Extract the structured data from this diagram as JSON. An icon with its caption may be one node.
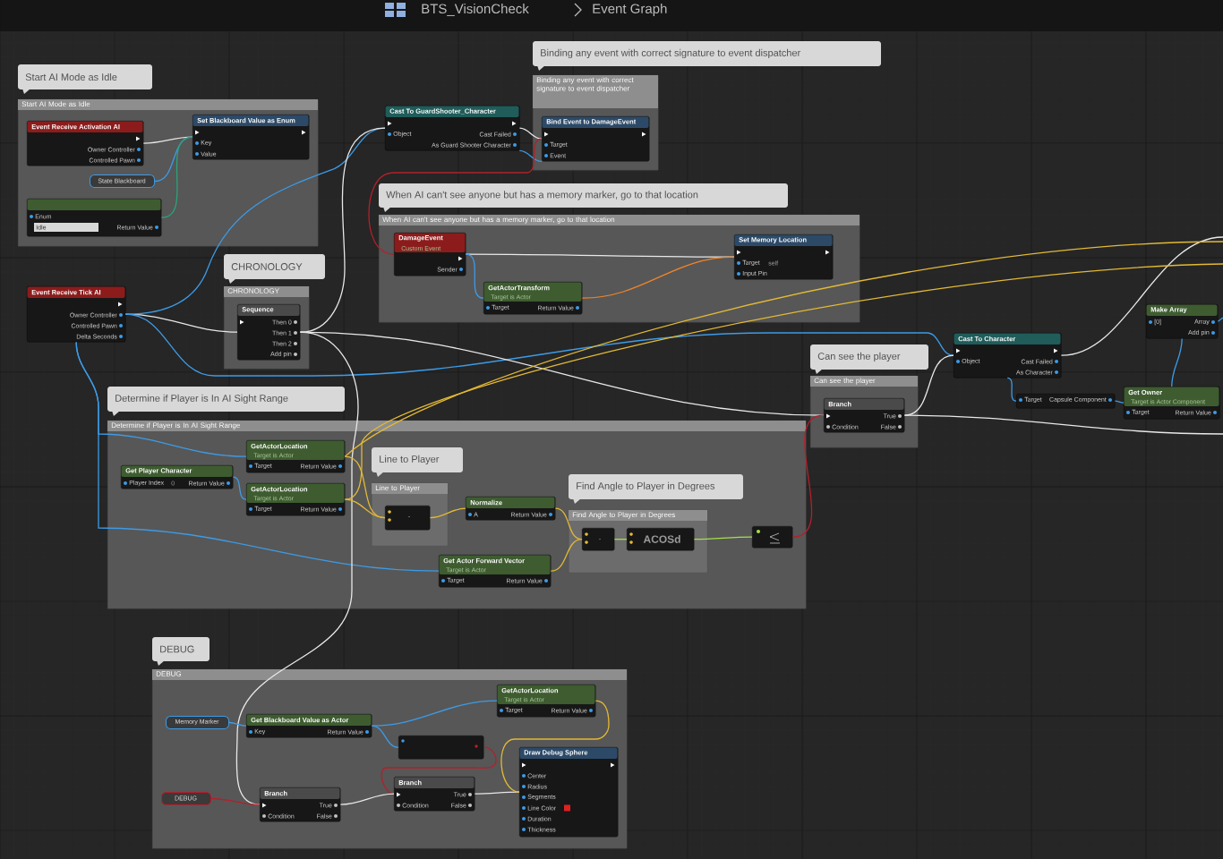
{
  "diagram": {
    "title": "BTS_VisionCheck",
    "nodes": [
      {
        "text": [
          "Start AI Mode as Idle",
          "Start AI Mode as Idle"
        ]
      },
      {
        "text": [
          "Event Receive Activation AI",
          "Owner Controller",
          "Controlled Pawn"
        ],
        "in": 0
      },
      {
        "text": [
          "Set Blackboard Value as Enum",
          "Key",
          "Value"
        ],
        "in": 0
      },
      {
        "text": [
          "State Blackboard"
        ],
        "in": 0
      },
      {
        "text": [
          "Enum",
          "Idle",
          "Return Value"
        ],
        "in": 0
      },
      {
        "text": [
          "Event Receive Tick AI",
          "Owner Controller",
          "Controlled Pawn",
          "Delta Seconds"
        ]
      },
      {
        "text": [
          "CHRONOLOGY",
          "CHRONOLOGY"
        ]
      },
      {
        "text": [
          "Sequence",
          "Then 0",
          "Then 1",
          "Then 2",
          "Add pin"
        ],
        "in": 6
      },
      {
        "text": [
          "Cast To GuardShooter_Character",
          "Object",
          "Cast Failed",
          "As Guard Shooter Character"
        ]
      },
      {
        "text": [
          "Binding any event with correct signature to event dispatcher",
          "Binding any event with correct signature to event dispatcher"
        ]
      },
      {
        "text": [
          "Bind Event to DamageEvent",
          "Target",
          "Event"
        ],
        "in": 9
      },
      {
        "text": [
          "When AI can't see anyone but has a memory marker, go to that location",
          "When AI can't see anyone but has a memory marker, go to that location"
        ]
      },
      {
        "text": [
          "DamageEvent",
          "Custom Event",
          "Sender"
        ],
        "in": 11
      },
      {
        "text": [
          "GetActorTransform",
          "Target is Actor",
          "Target",
          "Return Value"
        ],
        "in": 11
      },
      {
        "text": [
          "Set Memory Location",
          "Target",
          "self",
          "Input Pin"
        ],
        "in": 11
      },
      {
        "text": [
          "Can see the player",
          "Can see the player"
        ]
      },
      {
        "text": [
          "Branch",
          "True",
          "Condition",
          "False"
        ],
        "in": 15
      },
      {
        "text": [
          "Cast To Character",
          "Object",
          "Cast Failed",
          "As Character"
        ]
      },
      {
        "text": [
          "Target",
          "Capsule Component"
        ]
      },
      {
        "text": [
          "Get Owner",
          "Target is Actor Component",
          "Target",
          "Return Value"
        ]
      },
      {
        "text": [
          "Make Array",
          "[0]",
          "Array",
          "Add pin"
        ]
      },
      {
        "text": [
          "Determine if Player is In AI Sight Range",
          "Determine if Player is In AI Sight Range"
        ]
      },
      {
        "text": [
          "GetActorLocation",
          "Target is Actor",
          "Target",
          "Return Value"
        ],
        "in": 21
      },
      {
        "text": [
          "Get Player Character",
          "Player Index",
          "0",
          "Return Value"
        ],
        "in": 21
      },
      {
        "text": [
          "GetActorLocation",
          "Target is Actor",
          "Target",
          "Return Value"
        ],
        "in": 21
      },
      {
        "text": [
          "Line to Player",
          "Line to Player"
        ],
        "in": 21
      },
      {
        "text": [
          "-"
        ],
        "in": 25
      },
      {
        "text": [
          "Normalize",
          "A",
          "Return Value"
        ],
        "in": 21
      },
      {
        "text": [
          "Get Actor Forward Vector",
          "Target is Actor",
          "Target",
          "Return Value"
        ],
        "in": 21
      },
      {
        "text": [
          "Find Angle to Player in Degrees",
          "Find Angle to Player in Degrees"
        ],
        "in": 21
      },
      {
        "text": [
          "."
        ],
        "in": 29
      },
      {
        "text": [
          "ACOSd"
        ],
        "in": 29
      },
      {
        "text": [],
        "shape": "box",
        "in": 21
      },
      {
        "text": [
          "DEBUG",
          "DEBUG"
        ]
      },
      {
        "text": [
          "Memory Marker"
        ],
        "in": 33
      },
      {
        "text": [
          "DEBUG"
        ],
        "in": 33
      },
      {
        "text": [
          "Get Blackboard Value as Actor",
          "Key",
          "Return Value"
        ],
        "in": 33
      },
      {
        "text": [],
        "shape": "box",
        "in": 33
      },
      {
        "text": [
          "Branch",
          "True",
          "Condition",
          "False"
        ],
        "in": 33
      },
      {
        "text": [
          "Branch",
          "True",
          "Condition",
          "False"
        ],
        "in": 33
      },
      {
        "text": [
          "GetActorLocation",
          "Target is Actor",
          "Target",
          "Return Value"
        ],
        "in": 33
      },
      {
        "text": [
          "Draw Debug Sphere",
          "Center",
          "Radius",
          "Segments",
          "Line Color",
          "Duration",
          "Thickness"
        ],
        "in": 33
      }
    ],
    "edges": [
      {
        "from": 1,
        "to": 2,
        "arrow": "none",
        "color": "#e8e8e8"
      },
      {
        "from": 3,
        "to": 2,
        "arrow": "none"
      },
      {
        "from": 4,
        "to": 2,
        "arrow": "none",
        "color": "#2aa37a"
      },
      {
        "from": 5,
        "to": 7,
        "arrow": "none",
        "color": "#e8e8e8"
      },
      {
        "from": 5,
        "to": 8,
        "arrow": "none"
      },
      {
        "from": 5,
        "to": 17,
        "arrow": "none"
      },
      {
        "from": 5,
        "to": 22,
        "arrow": "none"
      },
      {
        "from": 5,
        "to": 28,
        "arrow": "none"
      },
      {
        "from": 7,
        "to": 8,
        "arrow": "none",
        "color": "#e8e8e8"
      },
      {
        "from": 7,
        "to": 16,
        "arrow": "none",
        "color": "#e8e8e8"
      },
      {
        "from": 7,
        "to": 38,
        "arrow": "none",
        "color": "#e8e8e8"
      },
      {
        "from": 8,
        "to": 10,
        "arrow": "none",
        "color": "#e8e8e8"
      },
      {
        "from": 8,
        "to": 10,
        "arrow": "none"
      },
      {
        "from": 12,
        "to": 10,
        "arrow": "none",
        "color": "#b3202a"
      },
      {
        "from": 12,
        "to": 14,
        "arrow": "none",
        "color": "#e8e8e8"
      },
      {
        "from": 12,
        "to": 13,
        "arrow": "none"
      },
      {
        "from": 13,
        "to": 14,
        "arrow": "none",
        "color": "#f0852a"
      },
      {
        "from": 16,
        "to": 17,
        "arrow": "none",
        "color": "#e8e8e8"
      },
      {
        "from": 16,
        "to": null,
        "arrow": "none",
        "color": "#e8e8e8"
      },
      {
        "from": 17,
        "to": null,
        "arrow": "none",
        "color": "#e8e8e8"
      },
      {
        "from": 17,
        "to": 18,
        "arrow": "none"
      },
      {
        "from": 18,
        "to": 19,
        "arrow": "none"
      },
      {
        "from": 19,
        "to": 20,
        "arrow": "none"
      },
      {
        "from": 20,
        "to": null,
        "arrow": "none"
      },
      {
        "from": 22,
        "to": null,
        "arrow": "none",
        "color": "#e3b935"
      },
      {
        "from": 24,
        "to": null,
        "arrow": "none",
        "color": "#e3b935"
      },
      {
        "from": 22,
        "to": 26,
        "arrow": "none",
        "color": "#e3b935"
      },
      {
        "from": 24,
        "to": 26,
        "arrow": "none",
        "color": "#e3b935"
      },
      {
        "from": 23,
        "to": 24,
        "arrow": "none"
      },
      {
        "from": 26,
        "to": 27,
        "arrow": "none",
        "color": "#e3b935"
      },
      {
        "from": 27,
        "to": 30,
        "arrow": "none",
        "color": "#e3b935"
      },
      {
        "from": 28,
        "to": 30,
        "arrow": "none",
        "color": "#e3b935"
      },
      {
        "from": 30,
        "to": 31,
        "arrow": "none",
        "color": "#a6e04a"
      },
      {
        "from": 31,
        "to": 32,
        "arrow": "none",
        "color": "#a6e04a"
      },
      {
        "from": 32,
        "to": 16,
        "arrow": "none",
        "color": "#b3202a"
      },
      {
        "from": 34,
        "to": 36,
        "arrow": "none"
      },
      {
        "from": 35,
        "to": 38,
        "arrow": "none",
        "color": "#b3202a"
      },
      {
        "from": 36,
        "to": 40,
        "arrow": "none"
      },
      {
        "from": 36,
        "to": 37,
        "arrow": "none"
      },
      {
        "from": 37,
        "to": 39,
        "arrow": "none",
        "color": "#b3202a"
      },
      {
        "from": 38,
        "to": 39,
        "arrow": "none",
        "color": "#e8e8e8"
      },
      {
        "from": 39,
        "to": 41,
        "arrow": "none",
        "color": "#e8e8e8"
      },
      {
        "from": 40,
        "to": 41,
        "arrow": "none",
        "color": "#e3b935"
      }
    ],
    "labels": [
      "Event Graph"
    ]
  }
}
